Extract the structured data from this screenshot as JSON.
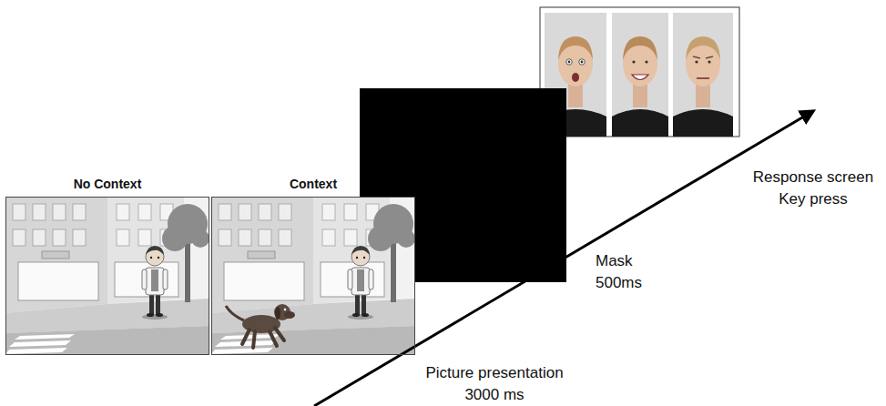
{
  "diagram": {
    "nodes": [
      {
        "text": [
          "No Context"
        ]
      },
      {
        "text": [
          "Context"
        ]
      }
    ],
    "labels": [
      "Picture presentation 3000 ms",
      "Mask 500ms",
      "Response screen Key press"
    ]
  }
}
